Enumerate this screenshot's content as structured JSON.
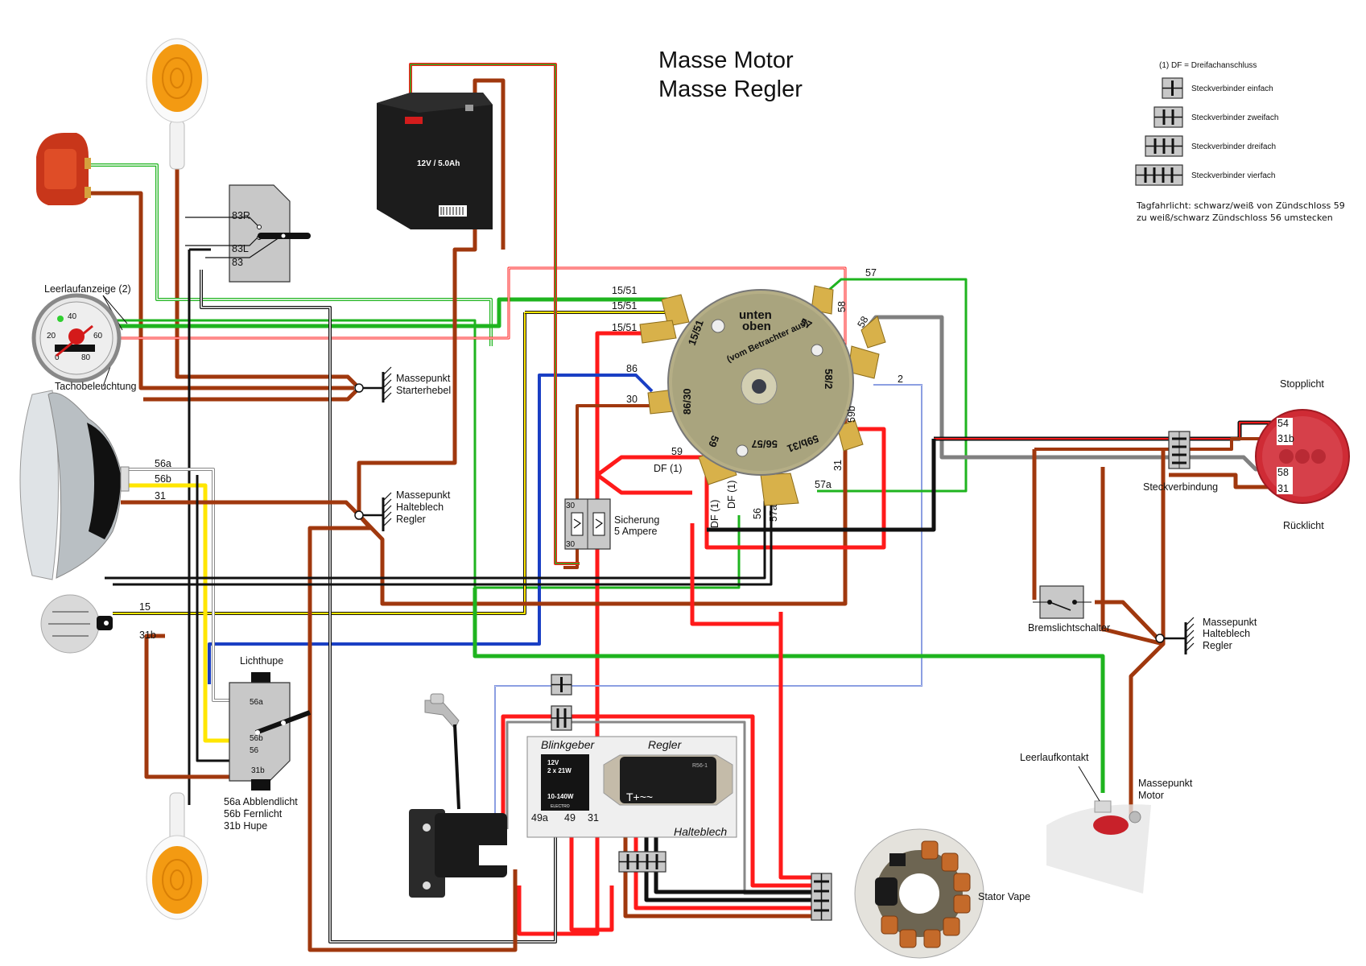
{
  "title": {
    "line1": "Masse Motor",
    "line2": "Masse Regler"
  },
  "legend": {
    "df_note": "(1) DF = Dreifachanschluss",
    "connectors": [
      {
        "icon": "connector-1x-icon",
        "label": "Steckverbinder einfach"
      },
      {
        "icon": "connector-2x-icon",
        "label": "Steckverbinder zweifach"
      },
      {
        "icon": "connector-3x-icon",
        "label": "Steckverbinder dreifach"
      },
      {
        "icon": "connector-4x-icon",
        "label": "Steckverbinder vierfach"
      }
    ],
    "note_line1": "Tagfahrlicht: schwarz/weiß von Zündschloss 59",
    "note_line2": "zu weiß/schwarz Zündschloss 56 umstecken"
  },
  "components": {
    "battery": {
      "label": "12V / 5.0Ah"
    },
    "turn_relay": {
      "terminals": [
        "83R",
        "83L",
        "83"
      ]
    },
    "speedo": {
      "label_top": "Leerlaufanzeige (2)",
      "label_bottom": "Tachobeleuchtung",
      "scale": [
        "20",
        "40",
        "60",
        "80",
        "0"
      ]
    },
    "ground_starter": {
      "line1": "Massepunkt",
      "line2": "Starterhebel"
    },
    "ground_regler_left": {
      "line1": "Massepunkt",
      "line2": "Halteblech",
      "line3": "Regler"
    },
    "headlight": {
      "wires": [
        "56a",
        "56b",
        "31"
      ]
    },
    "horn": {
      "wires": [
        "15",
        "31b"
      ]
    },
    "lichthupe": {
      "title": "Lichthupe",
      "terminals": [
        "56a",
        "56b",
        "56",
        "31b"
      ],
      "legend": [
        "56a Abblendlicht",
        "56b Fernlicht",
        "31b Hupe"
      ]
    },
    "ignition_switch": {
      "text_top": "unten",
      "text_mid": "oben",
      "text_arc": "(vom Betrachter aus)",
      "terminals": [
        "15/51",
        "86/30",
        "59",
        "56/57",
        "57",
        "58/2",
        "59b/31"
      ],
      "wire_labels": {
        "t1551a": "15/51",
        "t1551b": "15/51",
        "t1551c": "15/51",
        "t86": "86",
        "t30": "30",
        "t59": "59",
        "tdf": "DF (1)",
        "t57": "57",
        "t58a": "58",
        "t58b": "58",
        "t2": "2",
        "t59b": "59b",
        "t31": "31",
        "t57a": "57a",
        "tdf2": "DF (1)",
        "tdf3": "DF (1)",
        "t56": "56",
        "t57a2": "57a"
      }
    },
    "fuse": {
      "line1": "Sicherung",
      "line2": "5 Ampere",
      "terminal": "30"
    },
    "tail_light": {
      "top_label": "Stopplicht",
      "bottom_label": "Rücklicht",
      "terminals": [
        "54",
        "31b",
        "58",
        "31"
      ],
      "connector_label": "Steckverbindung"
    },
    "brake_switch": {
      "label": "Bremslichtschalter"
    },
    "ground_regler_right": {
      "line1": "Massepunkt",
      "line2": "Halteblech",
      "line3": "Regler"
    },
    "neutral_contact": {
      "label": "Leerlaufkontakt"
    },
    "ground_motor": {
      "line1": "Massepunkt",
      "line2": "Motor"
    },
    "plate": {
      "label": "Halteblech",
      "flasher_title": "Blinkgeber",
      "flasher_text": [
        "12V",
        "2 x 21W",
        "10-140W",
        "ELECTRO"
      ],
      "flasher_terminals": [
        "49a",
        "49",
        "31"
      ],
      "regulator_title": "Regler",
      "regulator_terminals": "T+~~",
      "regulator_code": "R56-1"
    },
    "stator": {
      "label": "Stator Vape"
    }
  },
  "colors": {
    "brown": "#a0380e",
    "red": "#ff1a1a",
    "green": "#1fb41f",
    "yellow": "#ffe600",
    "blue": "#1a3fc4",
    "gray": "#808080",
    "black": "#111111",
    "amber": "#f39a12"
  }
}
